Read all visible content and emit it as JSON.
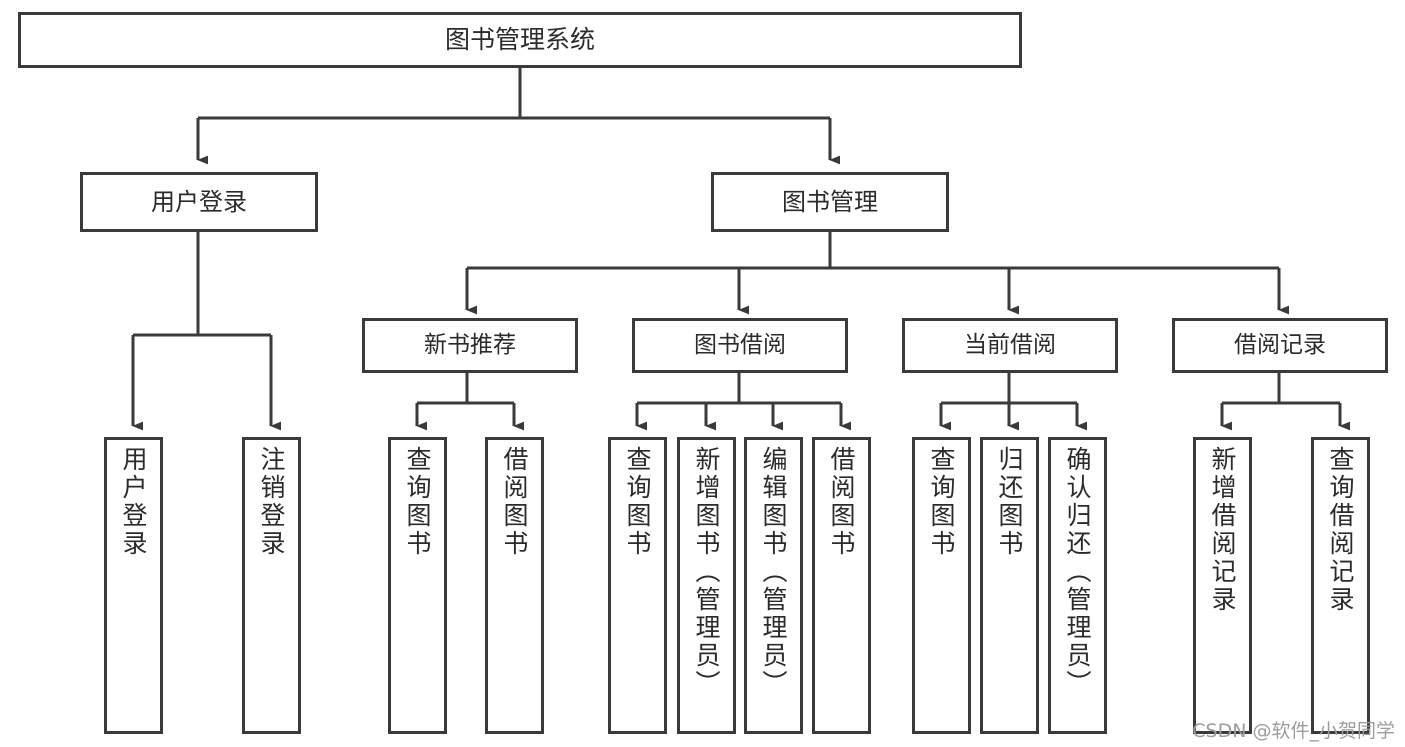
{
  "diagram": {
    "title": "图书管理系统",
    "type": "function-structure-tree",
    "orientation": "top-down",
    "line_color": "#3a3a3a",
    "box_fill": "#ffffff",
    "text_color": "#2b2b2b"
  },
  "root": {
    "label": "图书管理系统"
  },
  "level1": [
    {
      "label": "用户登录"
    },
    {
      "label": "图书管理"
    }
  ],
  "level2": [
    {
      "label": "新书推荐"
    },
    {
      "label": "图书借阅"
    },
    {
      "label": "当前借阅"
    },
    {
      "label": "借阅记录"
    }
  ],
  "leaves": {
    "user_login": [
      {
        "label": "用户登录"
      },
      {
        "label": "注销登录"
      }
    ],
    "new_book_recommend": [
      {
        "label": "查询图书"
      },
      {
        "label": "借阅图书"
      }
    ],
    "book_borrow": [
      {
        "label": "查询图书"
      },
      {
        "label": "新增图书（管理员）"
      },
      {
        "label": "编辑图书（管理员）"
      },
      {
        "label": "借阅图书"
      }
    ],
    "current_borrow": [
      {
        "label": "查询图书"
      },
      {
        "label": "归还图书"
      },
      {
        "label": "确认归还（管理员）"
      }
    ],
    "borrow_record": [
      {
        "label": "新增借阅记录"
      },
      {
        "label": "查询借阅记录"
      }
    ]
  },
  "watermark": {
    "text": "CSDN @软件_小贺同学"
  }
}
